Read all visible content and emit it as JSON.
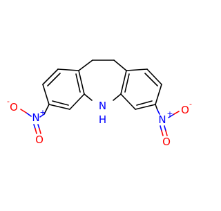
{
  "molecule": {
    "atom_labels": {
      "ring_nitrogen": "N",
      "ring_hydrogen": "H",
      "left_nitro_nitrogen": "N",
      "left_nitro_plus": "+",
      "left_nitro_oxygen_minus": "O",
      "left_nitro_minus": "-",
      "left_nitro_oxygen": "O",
      "right_nitro_nitrogen": "N",
      "right_nitro_plus": "+",
      "right_nitro_oxygen_minus": "O",
      "right_nitro_minus": "-",
      "right_nitro_oxygen": "O"
    },
    "colors": {
      "bond": "#000000",
      "nitrogen": "#0000ff",
      "oxygen": "#ff0000",
      "background": "#ffffff"
    }
  }
}
